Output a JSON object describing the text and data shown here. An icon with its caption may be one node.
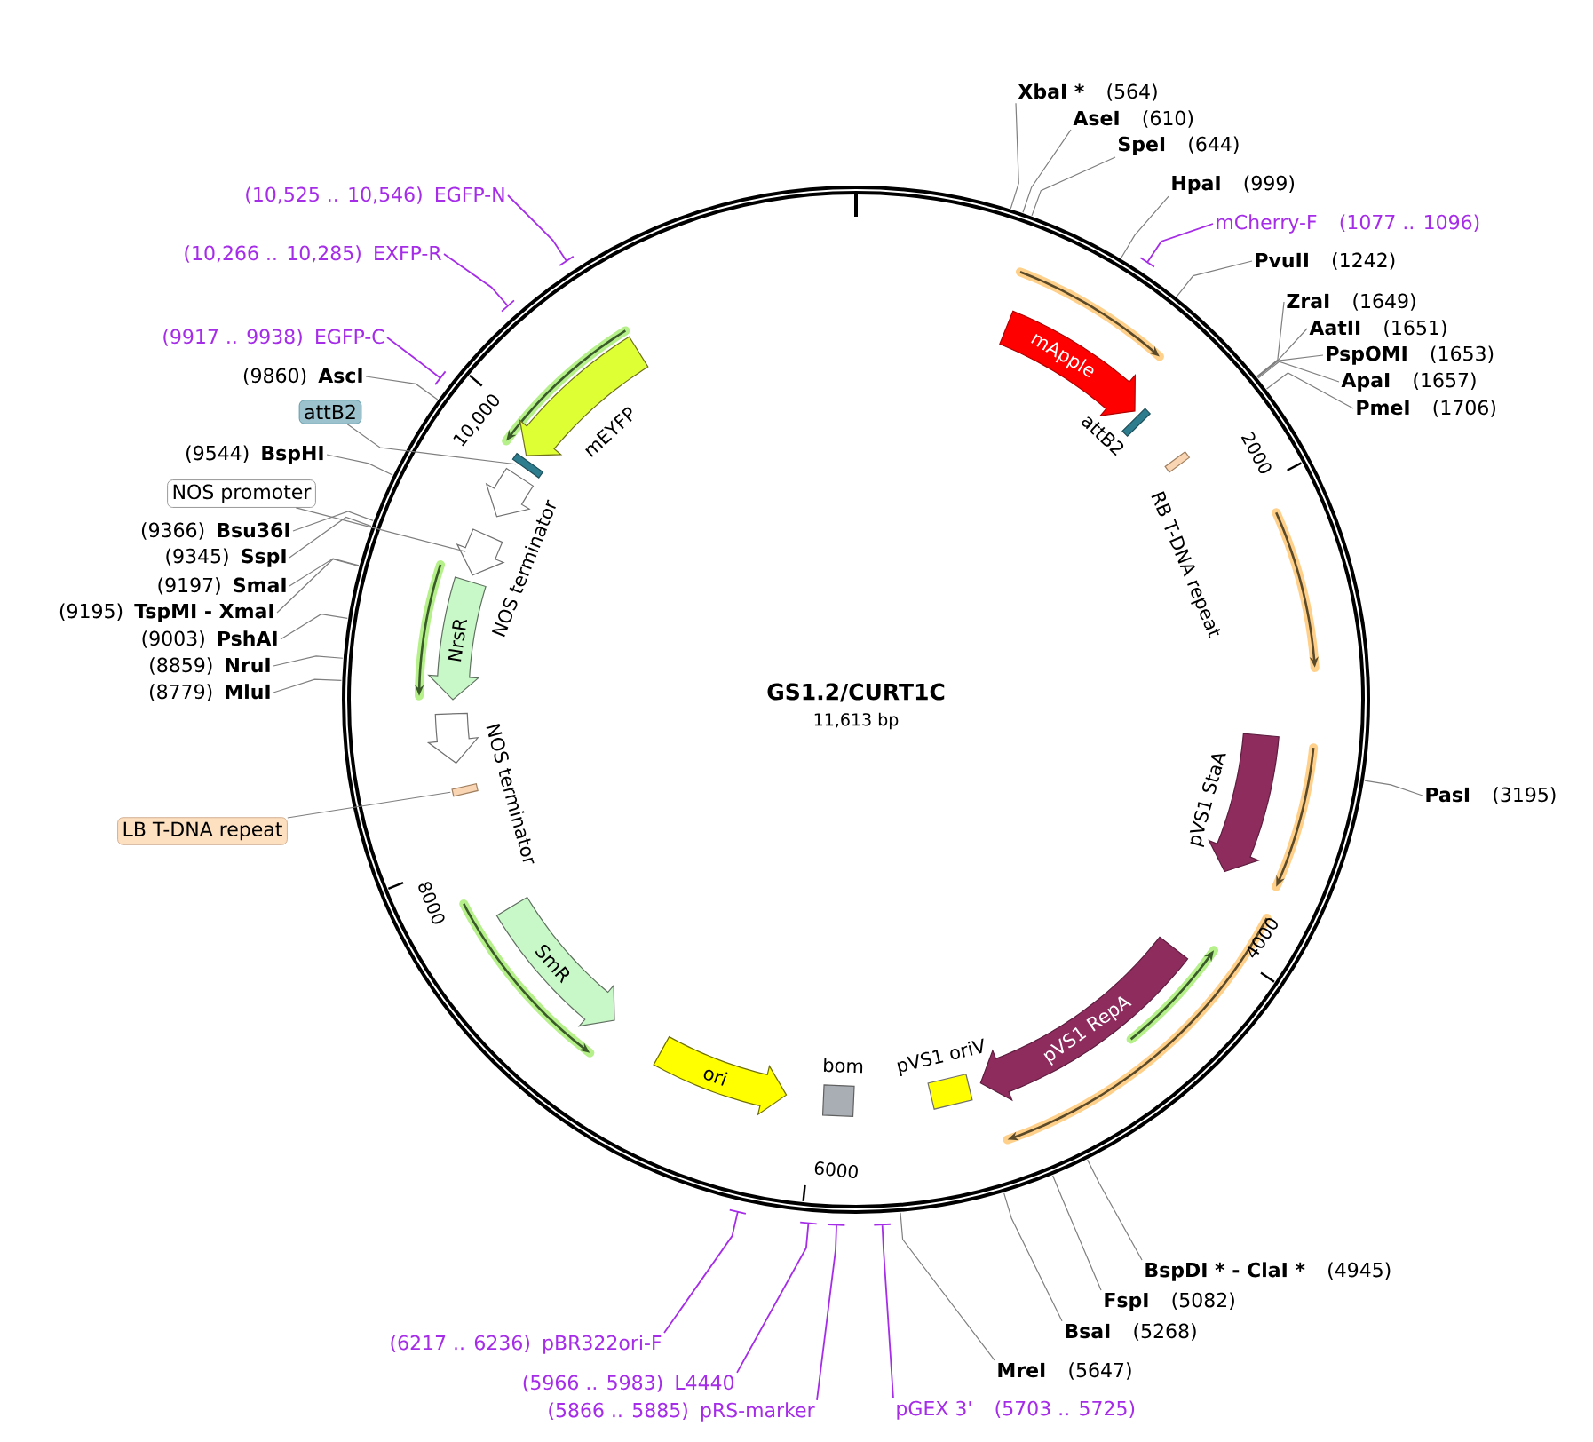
{
  "diagram": {
    "title": "GS1.2/CURT1C",
    "nodes": [
      {
        "text": [
          "mApple"
        ]
      },
      {
        "text": [
          "attB2"
        ]
      },
      {
        "text": [
          "RB T-DNA repeat"
        ]
      },
      {
        "text": [
          "pVS1 StaA"
        ]
      },
      {
        "text": [
          "pVS1 RepA"
        ]
      },
      {
        "text": [
          "pVS1 oriV"
        ]
      },
      {
        "text": [
          "bom"
        ]
      },
      {
        "text": [
          "ori"
        ]
      },
      {
        "text": [
          "SmR"
        ]
      },
      {
        "text": [
          "NOS terminator"
        ]
      },
      {
        "text": [],
        "shape": "bar"
      },
      {
        "text": [
          "NrsR"
        ]
      },
      {
        "text": [],
        "shape": "arrow"
      },
      {
        "text": [
          "NOS terminator"
        ]
      },
      {
        "text": [],
        "shape": "bar"
      },
      {
        "text": [
          "mEYFP"
        ]
      },
      {
        "text": [
          "attB2"
        ]
      },
      {
        "text": [
          "NOS promoter"
        ]
      },
      {
        "text": [
          "LB T-DNA repeat"
        ]
      },
      {
        "text": [
          "XbaI *",
          "(564)"
        ]
      },
      {
        "text": [
          "AseI",
          "(610)"
        ]
      },
      {
        "text": [
          "SpeI",
          "(644)"
        ]
      },
      {
        "text": [
          "HpaI",
          "(999)"
        ]
      },
      {
        "text": [
          "mCherry-F",
          "(1077 .. 1096)"
        ]
      },
      {
        "text": [
          "PvuII",
          "(1242)"
        ]
      },
      {
        "text": [
          "ZraI",
          "(1649)"
        ]
      },
      {
        "text": [
          "AatII",
          "(1651)"
        ]
      },
      {
        "text": [
          "PspOMI",
          "(1653)"
        ]
      },
      {
        "text": [
          "ApaI",
          "(1657)"
        ]
      },
      {
        "text": [
          "PmeI",
          "(1706)"
        ]
      },
      {
        "text": [
          "PasI",
          "(3195)"
        ]
      },
      {
        "text": [
          "BspDI * - ClaI *",
          "(4945)"
        ]
      },
      {
        "text": [
          "FspI",
          "(5082)"
        ]
      },
      {
        "text": [
          "BsaI",
          "(5268)"
        ]
      },
      {
        "text": [
          "MreI",
          "(5647)"
        ]
      },
      {
        "text": [
          "pGEX 3'",
          "(5703 .. 5725)"
        ]
      },
      {
        "text": [
          "(5866 .. 5885)",
          "pRS-marker"
        ]
      },
      {
        "text": [
          "(5966 .. 5983)",
          "L4440"
        ]
      },
      {
        "text": [
          "(6217 .. 6236)",
          "pBR322ori-F"
        ]
      },
      {
        "text": [
          "(8779)",
          "MluI"
        ]
      },
      {
        "text": [
          "(8859)",
          "NruI"
        ]
      },
      {
        "text": [
          "(9003)",
          "PshAI"
        ]
      },
      {
        "text": [
          "(9195)",
          "TspMI - XmaI"
        ]
      },
      {
        "text": [
          "(9197)",
          "SmaI"
        ]
      },
      {
        "text": [
          "(9345)",
          "SspI"
        ]
      },
      {
        "text": [
          "(9366)",
          "Bsu36I"
        ]
      },
      {
        "text": [
          "(9544)",
          "BspHI"
        ]
      },
      {
        "text": [
          "(9860)",
          "AscI"
        ]
      },
      {
        "text": [
          "(9917 .. 9938)",
          "EGFP-C"
        ]
      },
      {
        "text": [
          "(10,266 .. 10,285)",
          "EXFP-R"
        ]
      },
      {
        "text": [
          "(10,525 .. 10,546)",
          "EGFP-N"
        ]
      }
    ],
    "edges": [
      {
        "from": 16,
        "to": 14,
        "arrow": "none"
      },
      {
        "from": 17,
        "to": 12,
        "arrow": "none"
      },
      {
        "from": 18,
        "to": 10,
        "arrow": "none"
      },
      {
        "from": 19,
        "to": null,
        "arrow": "none"
      },
      {
        "from": 20,
        "to": null,
        "arrow": "none"
      },
      {
        "from": 21,
        "to": null,
        "arrow": "none"
      },
      {
        "from": 22,
        "to": null,
        "arrow": "none"
      },
      {
        "from": 23,
        "to": null,
        "arrow": "none",
        "color": "#a52de8"
      },
      {
        "from": 24,
        "to": null,
        "arrow": "none"
      },
      {
        "from": 25,
        "to": null,
        "arrow": "none"
      },
      {
        "from": 26,
        "to": null,
        "arrow": "none"
      },
      {
        "from": 27,
        "to": null,
        "arrow": "none"
      },
      {
        "from": 28,
        "to": null,
        "arrow": "none"
      },
      {
        "from": 29,
        "to": null,
        "arrow": "none"
      },
      {
        "from": 30,
        "to": null,
        "arrow": "none"
      },
      {
        "from": 31,
        "to": null,
        "arrow": "none"
      },
      {
        "from": 32,
        "to": null,
        "arrow": "none"
      },
      {
        "from": 33,
        "to": null,
        "arrow": "none"
      },
      {
        "from": 34,
        "to": null,
        "arrow": "none"
      },
      {
        "from": 35,
        "to": null,
        "arrow": "none",
        "color": "#a52de8"
      },
      {
        "from": 36,
        "to": null,
        "arrow": "none",
        "color": "#a52de8"
      },
      {
        "from": 37,
        "to": null,
        "arrow": "none",
        "color": "#a52de8"
      },
      {
        "from": 38,
        "to": null,
        "arrow": "none",
        "color": "#a52de8"
      },
      {
        "from": 39,
        "to": null,
        "arrow": "none"
      },
      {
        "from": 40,
        "to": null,
        "arrow": "none"
      },
      {
        "from": 41,
        "to": null,
        "arrow": "none"
      },
      {
        "from": 42,
        "to": null,
        "arrow": "none"
      },
      {
        "from": 43,
        "to": null,
        "arrow": "none"
      },
      {
        "from": 44,
        "to": null,
        "arrow": "none"
      },
      {
        "from": 45,
        "to": null,
        "arrow": "none"
      },
      {
        "from": 46,
        "to": null,
        "arrow": "none"
      },
      {
        "from": 47,
        "to": null,
        "arrow": "none"
      },
      {
        "from": 48,
        "to": null,
        "arrow": "none",
        "color": "#a52de8"
      },
      {
        "from": 49,
        "to": null,
        "arrow": "none",
        "color": "#a52de8"
      },
      {
        "from": 50,
        "to": null,
        "arrow": "none",
        "color": "#a52de8"
      }
    ],
    "labels": [
      "11,613 bp",
      "2000",
      "4000",
      "6000",
      "8000",
      "10,000"
    ]
  }
}
